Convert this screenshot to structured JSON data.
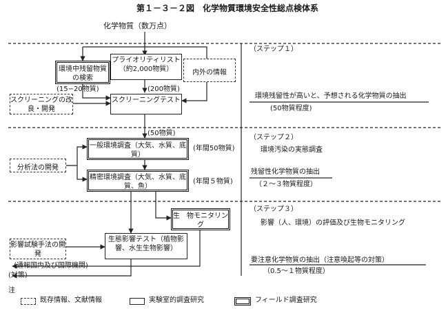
{
  "title": "第１－３－２図　化学物質環境安全性総点検体系",
  "flow": {
    "top_label": "化学物質（数万点）",
    "environmental_search": "環境中残留物質の検索",
    "priority_list": "プライオリティリスト（約2,000物質）",
    "domestic_foreign_info": "内外の情報",
    "count_15_20": "(15−20物質)",
    "count_200": "(200物質)",
    "screening_dev": "スクリーニングの改良・開発",
    "screening_test": "スクリーニングテスト",
    "count_50": "(50物質)",
    "general_survey": "一般環境調査（大気、水質、底質）",
    "annual_50": "(年間50物質)",
    "analysis_dev": "分析法の開発",
    "detailed_survey": "精密環境調査（大気、水質、底質、魚）",
    "annual_5": "(年間５物質)",
    "bio_monitoring": "生　物モニタリング",
    "impact_test_dev": "影響試験手法の開発",
    "ecological_test": "生態影響テスト（植物影響、水生生物影響）",
    "notify": "(通報国内及び国際機関)",
    "measures": "(対策)"
  },
  "steps": [
    {
      "label": "（ステップ１）",
      "desc": "環境残留性が高いと、予想される化学物質の抽出",
      "count": "(50物質程度)"
    },
    {
      "label": "（ステップ２）",
      "desc": "環境汚染の実態調査",
      "result": "残留性化学物質の抽出",
      "count": "（２～３物質程度）"
    },
    {
      "label": "（ステップ３）",
      "desc": "影響（人、環境）の評価及び生物モニタリング",
      "result": "要注意化学物質の抽出（注意喚起等の対策）",
      "count": "（0.5～１物質程度）"
    }
  ],
  "legend": {
    "note": "注",
    "existing": "既存情報、文献情報",
    "lab": "実験室的調査研究",
    "field": "フィールド調査研究"
  }
}
